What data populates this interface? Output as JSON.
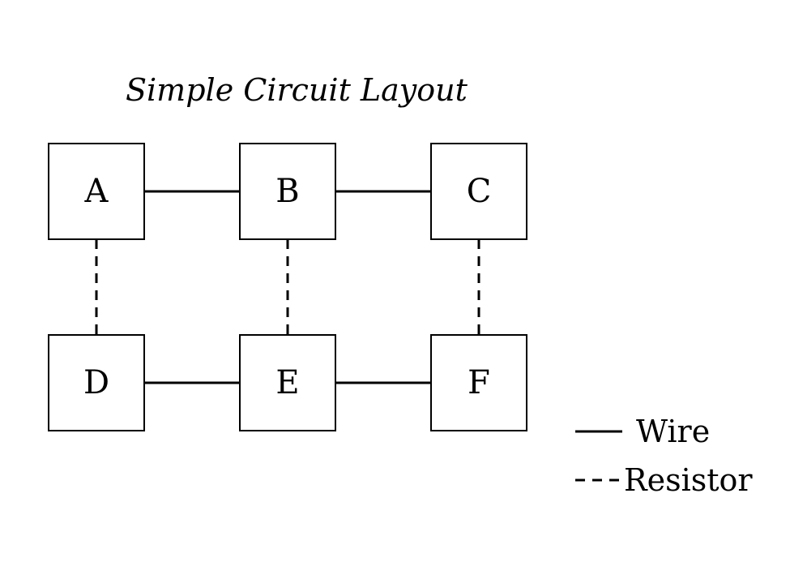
{
  "title": "Simple Circuit Layout",
  "nodes": {
    "a": "A",
    "b": "B",
    "c": "C",
    "d": "D",
    "e": "E",
    "f": "F"
  },
  "connections": [
    {
      "from": "A",
      "to": "B",
      "type": "wire"
    },
    {
      "from": "B",
      "to": "C",
      "type": "wire"
    },
    {
      "from": "D",
      "to": "E",
      "type": "wire"
    },
    {
      "from": "E",
      "to": "F",
      "type": "wire"
    },
    {
      "from": "A",
      "to": "D",
      "type": "resistor"
    },
    {
      "from": "B",
      "to": "E",
      "type": "resistor"
    },
    {
      "from": "C",
      "to": "F",
      "type": "resistor"
    }
  ],
  "legend": {
    "wire_label": "Wire",
    "resistor_label": "Resistor"
  }
}
